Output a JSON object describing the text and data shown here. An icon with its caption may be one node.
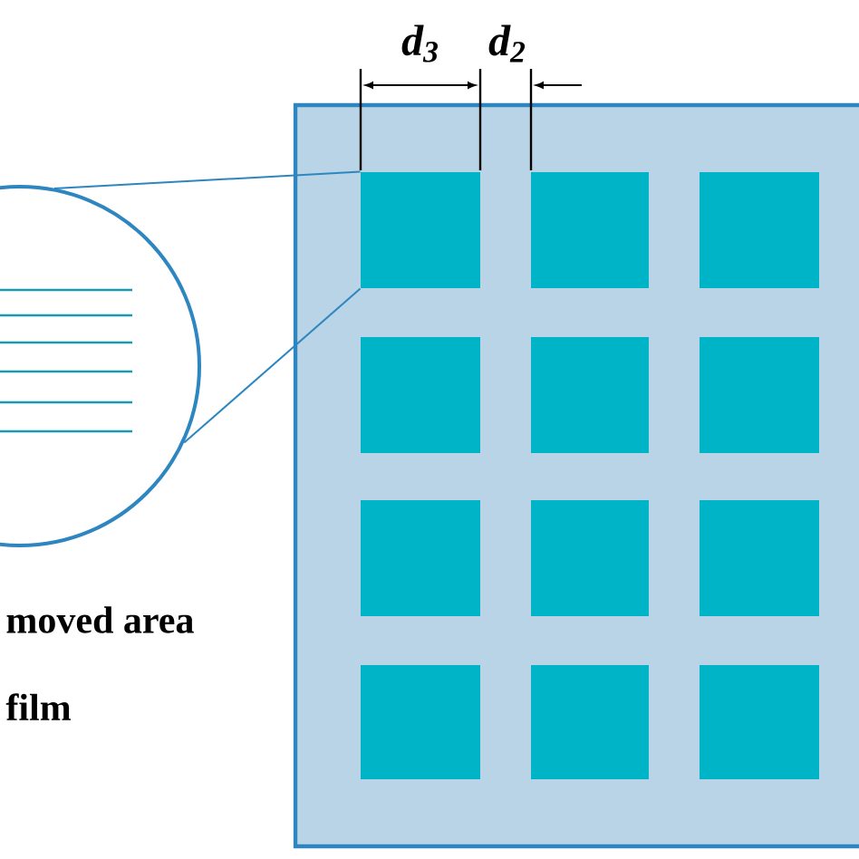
{
  "diagram": {
    "nodes": [
      {
        "text": [],
        "shape": "box"
      },
      {
        "text": [],
        "shape": "circle"
      },
      {
        "text": [],
        "shape": "box",
        "in": 0
      },
      {
        "text": [],
        "shape": "box",
        "in": 0
      },
      {
        "text": [],
        "shape": "box",
        "in": 0
      },
      {
        "text": [],
        "shape": "box",
        "in": 0
      },
      {
        "text": [],
        "shape": "box",
        "in": 0
      },
      {
        "text": [],
        "shape": "box",
        "in": 0
      },
      {
        "text": [],
        "shape": "box",
        "in": 0
      },
      {
        "text": [],
        "shape": "box",
        "in": 0
      },
      {
        "text": [],
        "shape": "box",
        "in": 0
      },
      {
        "text": [],
        "shape": "box",
        "in": 0
      },
      {
        "text": [],
        "shape": "box",
        "in": 0
      },
      {
        "text": [],
        "shape": "box",
        "in": 0
      }
    ],
    "edges": [
      {
        "from": 1,
        "to": 2,
        "arrow": "none"
      },
      {
        "from": 1,
        "to": 2,
        "arrow": "none"
      }
    ],
    "labels": [
      "d$_{3}$",
      "d$_{2}$",
      "moved area",
      "film"
    ]
  }
}
